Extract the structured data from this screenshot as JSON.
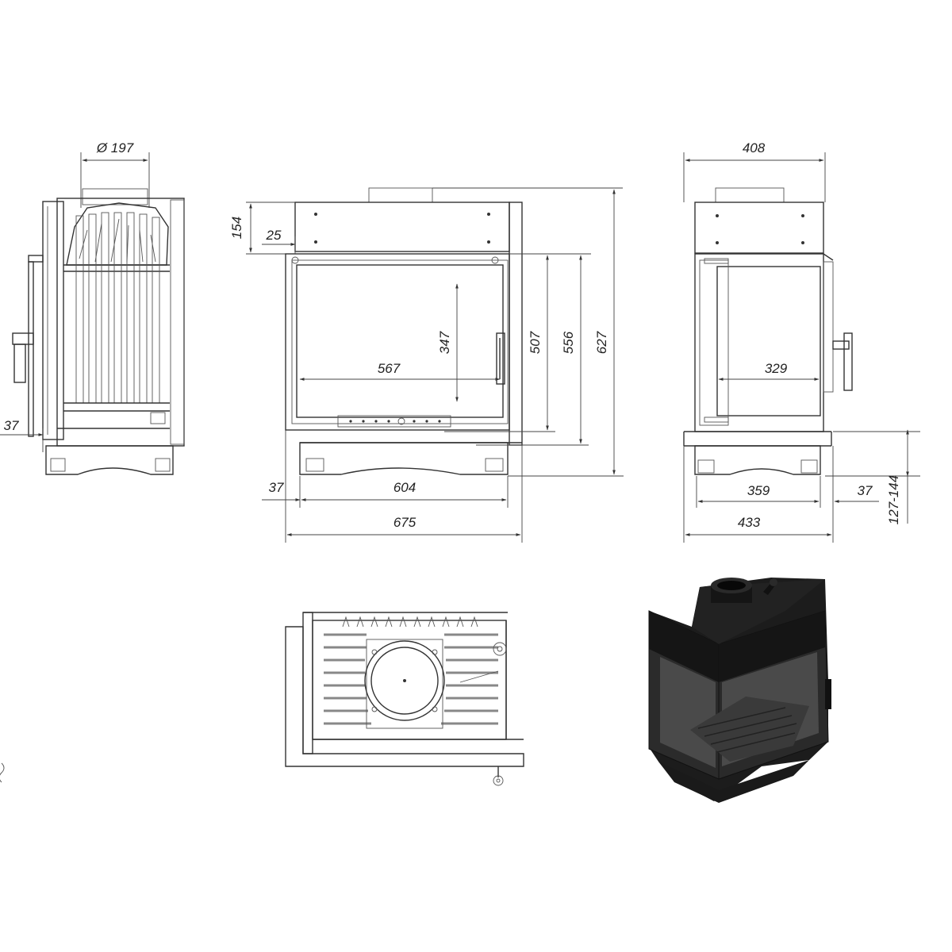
{
  "dimensions": {
    "side_flue_diameter": "Ø 197",
    "side_front_offset": "37",
    "front_top_height": "154",
    "front_top_offset": "25",
    "front_glass_height": "347",
    "front_glass_width": "567",
    "front_door_height": "507",
    "front_body_height": "556",
    "front_total_height": "627",
    "front_leg_offset": "37",
    "front_leg_span": "604",
    "front_total_width": "675",
    "right_top_width": "408",
    "right_glass_width": "329",
    "right_leg_span": "359",
    "right_leg_offset": "37",
    "right_total_width": "433",
    "right_leg_height": "127-144"
  },
  "colors": {
    "line": "#333333",
    "insert_body": "#1c1c1c",
    "insert_frame": "#2b2b2b",
    "glass": "#4a4a4a"
  }
}
